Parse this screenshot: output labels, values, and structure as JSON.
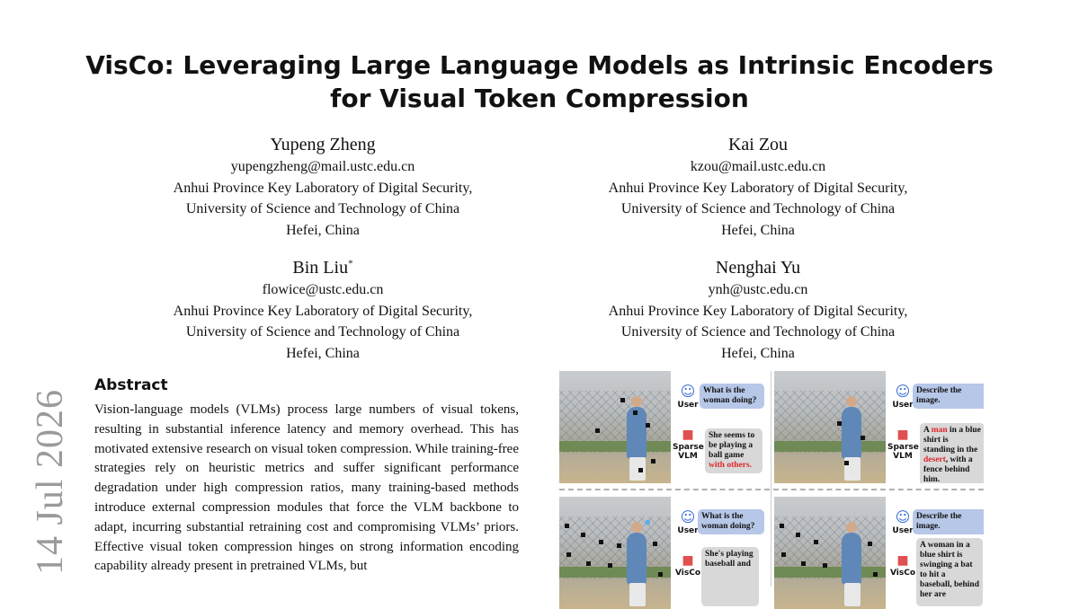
{
  "paper": {
    "title_line1": "VisCo: Leveraging Large Language Models as Intrinsic Encoders",
    "title_line2": "for Visual Token Compression",
    "side_date": "14 Jul 2026",
    "authors": [
      {
        "name": "Yupeng Zheng",
        "mark": "",
        "email": "yupengzheng@mail.ustc.edu.cn",
        "aff1": "Anhui Province Key Laboratory of Digital Security,",
        "aff2": "University of Science and Technology of China",
        "city": "Hefei, China"
      },
      {
        "name": "Kai Zou",
        "mark": "",
        "email": "kzou@mail.ustc.edu.cn",
        "aff1": "Anhui Province Key Laboratory of Digital Security,",
        "aff2": "University of Science and Technology of China",
        "city": "Hefei, China"
      },
      {
        "name": "Bin Liu",
        "mark": "*",
        "email": "flowice@ustc.edu.cn",
        "aff1": "Anhui Province Key Laboratory of Digital Security,",
        "aff2": "University of Science and Technology of China",
        "city": "Hefei, China"
      },
      {
        "name": "Nenghai Yu",
        "mark": "",
        "email": "ynh@ustc.edu.cn",
        "aff1": "Anhui Province Key Laboratory of Digital Security,",
        "aff2": "University of Science and Technology of China",
        "city": "Hefei, China"
      }
    ],
    "abstract": {
      "heading": "Abstract",
      "text": "Vision-language models (VLMs) process large numbers of visual tokens, resulting in substantial inference latency and memory overhead. This has motivated extensive research on visual token compression. While training-free strategies rely on heuristic metrics and suffer significant performance degradation under high compression ratios, many training-based methods introduce external compression modules that force the VLM backbone to adapt, incurring substantial retraining cost and compromising VLMs’ priors. Effective visual token compression hinges on strong information encoding capability already present in pretrained VLMs, but"
    }
  },
  "figure": {
    "panels": [
      {
        "user_label": "User",
        "bot_label": "Sparse VLM",
        "question": "What is the woman doing?",
        "answer_pre": "She seems to be playing a ball game ",
        "answer_red": "with others.",
        "answer_post": ""
      },
      {
        "user_label": "User",
        "bot_label": "Sparse VLM",
        "question": "Describe the image.",
        "answer_pre": "A ",
        "answer_red": "man",
        "answer_mid": " in a blue shirt is standing in the ",
        "answer_red2": "desert",
        "answer_post": ", with a fence behind him."
      },
      {
        "user_label": "User",
        "bot_label": "VisCo",
        "question": "What is the woman doing?",
        "answer_pre": "She's playing baseball and",
        "answer_red": "",
        "answer_post": ""
      },
      {
        "user_label": "User",
        "bot_label": "VisCo",
        "question": "Describe the image.",
        "answer_pre": "A woman in a blue shirt is swinging a bat to hit a baseball, behind her are",
        "answer_red": "",
        "answer_post": ""
      }
    ],
    "icons": {
      "user": "user-icon",
      "bot": "robot-icon"
    },
    "colors": {
      "question_bubble": "#b7c7e8",
      "answer_bubble": "#d8d8d8",
      "error_text": "#e0262a"
    }
  }
}
